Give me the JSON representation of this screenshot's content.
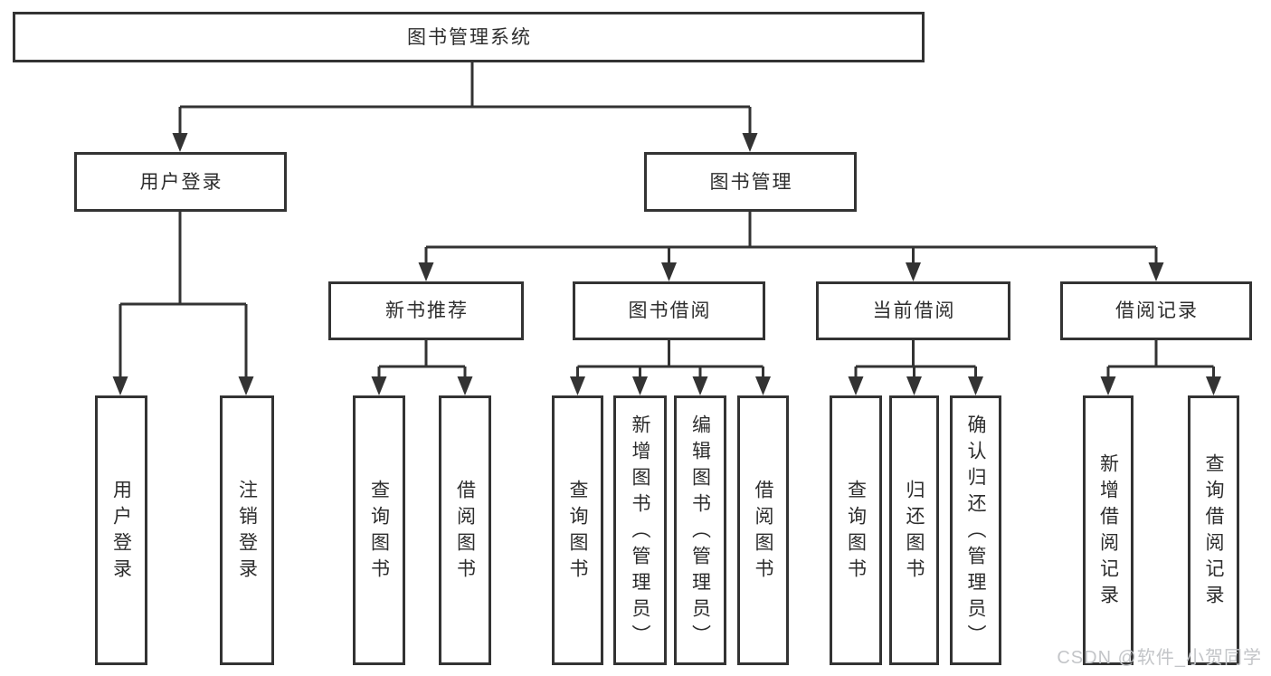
{
  "tree": {
    "root": {
      "label": "图书管理系统"
    },
    "user_login": {
      "label": "用户登录",
      "leaves": [
        {
          "label": "用户登录"
        },
        {
          "label": "注销登录"
        }
      ]
    },
    "book_mgmt": {
      "label": "图书管理",
      "children": [
        {
          "label": "新书推荐",
          "leaves": [
            {
              "label": "查询图书"
            },
            {
              "label": "借阅图书"
            }
          ]
        },
        {
          "label": "图书借阅",
          "leaves": [
            {
              "label": "查询图书"
            },
            {
              "label": "新增图书（管理员）"
            },
            {
              "label": "编辑图书（管理员）"
            },
            {
              "label": "借阅图书"
            }
          ]
        },
        {
          "label": "当前借阅",
          "leaves": [
            {
              "label": "查询图书"
            },
            {
              "label": "归还图书"
            },
            {
              "label": "确认归还（管理员）"
            }
          ]
        },
        {
          "label": "借阅记录",
          "leaves": [
            {
              "label": "新增借阅记录"
            },
            {
              "label": "查询借阅记录"
            }
          ]
        }
      ]
    }
  },
  "watermark": {
    "text": "CSDN @软件_小贺同学"
  },
  "colors": {
    "line": "#333333",
    "box_border": "#333333",
    "box_fill": "#ffffff",
    "text": "#2d2d2d",
    "watermark": "#c3c5c8"
  }
}
